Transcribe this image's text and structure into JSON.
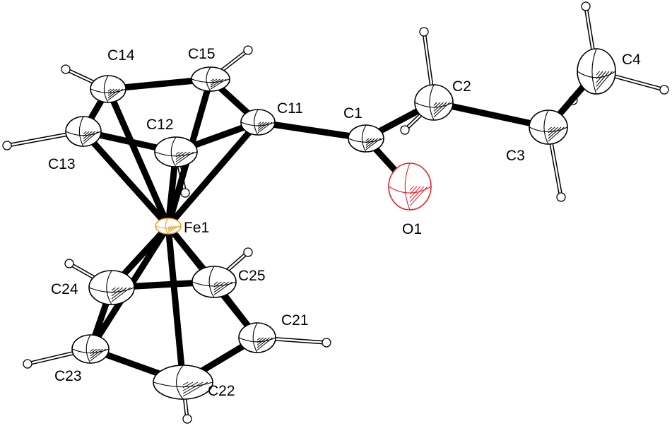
{
  "structure": {
    "metal": "Fe1",
    "labels": {
      "C1": "C1",
      "C2": "C2",
      "C3": "C3",
      "C4": "C4",
      "O1": "O1",
      "Fe1": "Fe1",
      "C11": "C11",
      "C12": "C12",
      "C13": "C13",
      "C14": "C14",
      "C15": "C15",
      "C21": "C21",
      "C22": "C22",
      "C23": "C23",
      "C24": "C24",
      "C25": "C25"
    },
    "atom_elements": {
      "C1": "C",
      "C2": "C",
      "C3": "C",
      "C4": "C",
      "O1": "O",
      "Fe1": "Fe",
      "C11": "C",
      "C12": "C",
      "C13": "C",
      "C14": "C",
      "C15": "C",
      "C21": "C",
      "C22": "C",
      "C23": "C",
      "C24": "C",
      "C25": "C"
    },
    "colors": {
      "carbon": "#000000",
      "oxygen": "#e8222a",
      "iron": "#f0a030",
      "bond": "#000000",
      "hydrogen_bond": "#000000"
    }
  }
}
